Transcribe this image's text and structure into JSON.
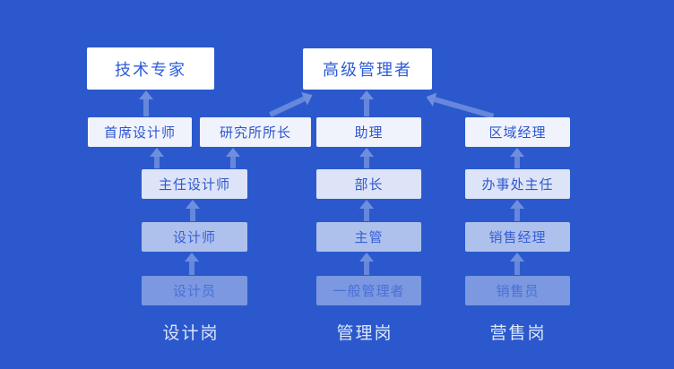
{
  "diagram_title": "career-ladder-diagram",
  "colors": {
    "background": "#2b59cd",
    "top_box": "#ffffff",
    "box_text_blue": "#2d55cf",
    "arrow": "#6b89e5",
    "column_label_text": "#dde6f9"
  },
  "nodes": {
    "tech_expert": {
      "label": "技术专家"
    },
    "senior_manager": {
      "label": "高级管理者"
    },
    "chief_designer": {
      "label": "首席设计师"
    },
    "institute_director": {
      "label": "研究所所长"
    },
    "assistant": {
      "label": "助理"
    },
    "regional_manager": {
      "label": "区域经理"
    },
    "director_designer": {
      "label": "主任设计师"
    },
    "department_head": {
      "label": "部长"
    },
    "office_director": {
      "label": "办事处主任"
    },
    "designer": {
      "label": "设计师"
    },
    "supervisor": {
      "label": "主管"
    },
    "sales_manager": {
      "label": "销售经理"
    },
    "draftsman": {
      "label": "设计员"
    },
    "general_manager": {
      "label": "一般管理者"
    },
    "salesperson": {
      "label": "销售员"
    }
  },
  "columns": [
    {
      "label": "设计岗"
    },
    {
      "label": "管理岗"
    },
    {
      "label": "营售岗"
    }
  ],
  "edges": [
    {
      "from": "设计员",
      "to": "设计师"
    },
    {
      "from": "设计师",
      "to": "主任设计师"
    },
    {
      "from": "主任设计师",
      "to": "首席设计师"
    },
    {
      "from": "主任设计师",
      "to": "研究所所长"
    },
    {
      "from": "首席设计师",
      "to": "技术专家"
    },
    {
      "from": "研究所所长",
      "to": "高级管理者"
    },
    {
      "from": "一般管理者",
      "to": "主管"
    },
    {
      "from": "主管",
      "to": "部长"
    },
    {
      "from": "部长",
      "to": "助理"
    },
    {
      "from": "助理",
      "to": "高级管理者"
    },
    {
      "from": "销售员",
      "to": "销售经理"
    },
    {
      "from": "销售经理",
      "to": "办事处主任"
    },
    {
      "from": "办事处主任",
      "to": "区域经理"
    },
    {
      "from": "区域经理",
      "to": "高级管理者"
    }
  ]
}
